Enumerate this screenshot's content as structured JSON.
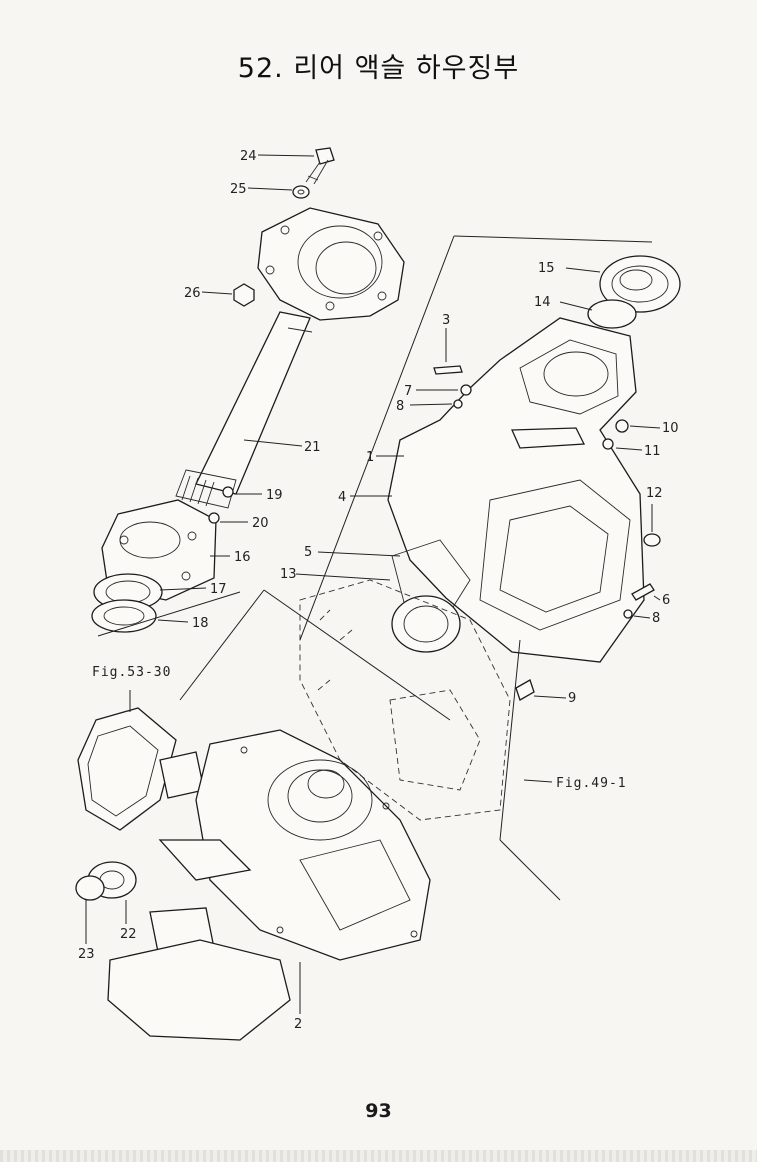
{
  "title": "52. 리어 액슬 하우징부",
  "page_number": "93",
  "callouts": {
    "c24": "24",
    "c25": "25",
    "c26": "26",
    "c21": "21",
    "c19": "19",
    "c20": "20",
    "c16": "16",
    "c17": "17",
    "c18": "18",
    "c3": "3",
    "c7": "7",
    "c8a": "8",
    "c1": "1",
    "c4": "4",
    "c5": "5",
    "c13": "13",
    "c15": "15",
    "c14": "14",
    "c10": "10",
    "c11": "11",
    "c12": "12",
    "c6": "6",
    "c8b": "8",
    "c9": "9",
    "c22": "22",
    "c23": "23",
    "c2": "2"
  },
  "references": {
    "fig53": "Fig.53-30",
    "fig49": "Fig.49-1"
  }
}
